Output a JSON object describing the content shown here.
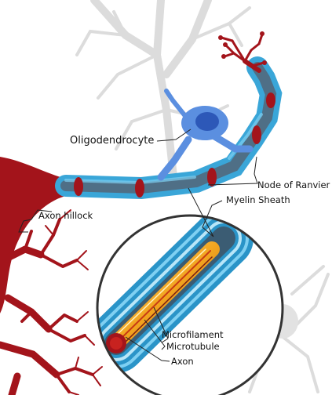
{
  "labels": {
    "oligodendrocyte": "Oligodendrocyte",
    "node_of_ranvier": "Node of Ranvier",
    "myelin_sheath": "Myelin Sheath",
    "axon_hillock": "Axon hillock",
    "microfilament": "Microfilament",
    "microtubule": "Microtubule",
    "axon": "Axon"
  },
  "colors": {
    "neuron": "#a3141b",
    "myelin": "#3aa6d8",
    "myelin_light": "#7fd0f2",
    "axon_core": "#4f6f86",
    "oligo_body": "#5b8fe0",
    "oligo_nucleus": "#2d58b8",
    "background_cells": "#dcdcdc",
    "lens_border": "#333333",
    "microfilament": "#f0a020"
  }
}
